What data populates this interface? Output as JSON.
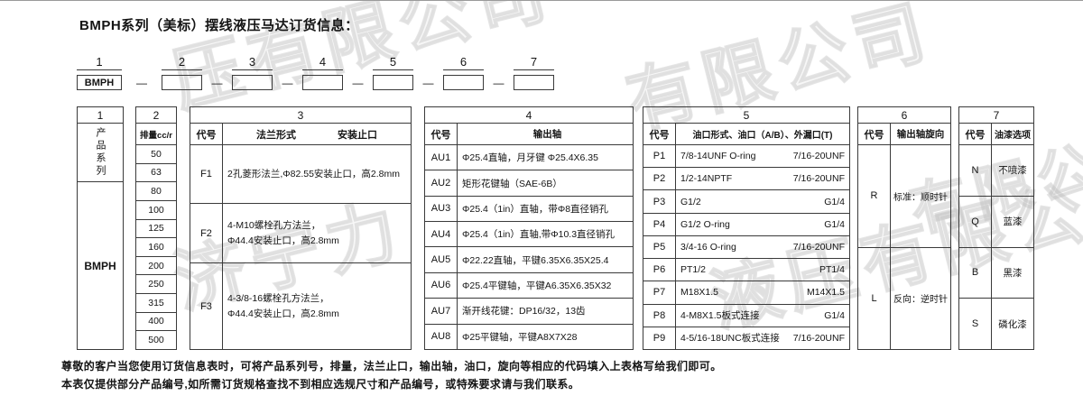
{
  "page": {
    "title": "BMPH系列（美标）摆线液压马达订货信息："
  },
  "builder": {
    "positions": [
      "1",
      "2",
      "3",
      "4",
      "5",
      "6",
      "7"
    ],
    "prefix": "BMPH",
    "separator": "—"
  },
  "table1": {
    "header": "1",
    "label": "产品系列",
    "value": "BMPH"
  },
  "table2": {
    "header": "2",
    "label": "排量cc/r",
    "rows": [
      "50",
      "63",
      "80",
      "100",
      "125",
      "160",
      "200",
      "250",
      "315",
      "400",
      "500"
    ]
  },
  "table3": {
    "header": "3",
    "col_code": "代号",
    "col_flange": "法兰形式",
    "col_spigot": "安装止口",
    "rows": [
      {
        "code": "F1",
        "line1": "2孔菱形法兰,Φ82.55安装止口，高2.8mm",
        "line2": ""
      },
      {
        "code": "F2",
        "line1": "4-M10螺栓孔方法兰，",
        "line2": "Φ44.4安装止口，高2.8mm"
      },
      {
        "code": "F3",
        "line1": "4-3/8-16螺栓孔方法兰，",
        "line2": "Φ44.4安装止口，高2.8mm"
      }
    ]
  },
  "table4": {
    "header": "4",
    "col_code": "代号",
    "col_shaft": "输出轴",
    "rows": [
      {
        "code": "AU1",
        "desc": "Φ25.4直轴，月牙键 Φ25.4X6.35"
      },
      {
        "code": "AU2",
        "desc": "矩形花键轴（SAE-6B）"
      },
      {
        "code": "AU3",
        "desc": "Φ25.4（1in）直轴，带Φ8直径销孔"
      },
      {
        "code": "AU4",
        "desc": "Φ25.4（1in）直轴,带Φ10.3直径销孔"
      },
      {
        "code": "AU5",
        "desc": "Φ22.22直轴，平键6.35X6.35X25.4"
      },
      {
        "code": "AU6",
        "desc": "Φ25.4平键轴，平键A6.35X6.35X32"
      },
      {
        "code": "AU7",
        "desc": "渐开线花键：DP16/32，13齿"
      },
      {
        "code": "AU8",
        "desc": "Φ25平键轴，平键A8X7X28"
      }
    ]
  },
  "table5": {
    "header": "5",
    "col_code": "代号",
    "col_port": "油口形式、油口（A/B）、外漏口(T)",
    "rows": [
      {
        "code": "P1",
        "port": "7/8-14UNF O-ring",
        "drain": "7/16-20UNF"
      },
      {
        "code": "P2",
        "port": "1/2-14NPTF",
        "drain": "7/16-20UNF"
      },
      {
        "code": "P3",
        "port": "G1/2",
        "drain": "G1/4"
      },
      {
        "code": "P4",
        "port": "G1/2  O-ring",
        "drain": "G1/4"
      },
      {
        "code": "P5",
        "port": "3/4-16  O-ring",
        "drain": "7/16-20UNF"
      },
      {
        "code": "P6",
        "port": "PT1/2",
        "drain": "PT1/4"
      },
      {
        "code": "P7",
        "port": "M18X1.5",
        "drain": "M14X1.5"
      },
      {
        "code": "P8",
        "port": "4-M8X1.5板式连接",
        "drain": "G1/4"
      },
      {
        "code": "P9",
        "port": "4-5/16-18UNC板式连接",
        "drain": "7/16-20UNF"
      }
    ]
  },
  "table6": {
    "header": "6",
    "col_code": "代号",
    "col_rotation": "输出轴旋向",
    "rows": [
      {
        "code": "R",
        "desc": "标准：顺时针"
      },
      {
        "code": "L",
        "desc": "反向：逆时针"
      }
    ]
  },
  "table7": {
    "header": "7",
    "col_code": "代号",
    "col_paint": "油漆选项",
    "rows": [
      {
        "code": "N",
        "desc": "不喷漆"
      },
      {
        "code": "Q",
        "desc": "蓝漆"
      },
      {
        "code": "B",
        "desc": "黑漆"
      },
      {
        "code": "S",
        "desc": "磷化漆"
      }
    ]
  },
  "notes": {
    "line1": "尊敬的客户当您使用订货信息表时，可将产品系列号，排量，法兰止口，输出轴，油口，旋向等相应的代码填入上表格写给我们即可。",
    "line2": "本表仅提供部分产品编号,如所需订货规格查找不到相应选规尺寸和产品编号，或特殊要求请与我们联系。"
  },
  "watermarks": [
    "压有限公司",
    "济宁力",
    "有限公司",
    "液压有限公司",
    "有限公司"
  ]
}
